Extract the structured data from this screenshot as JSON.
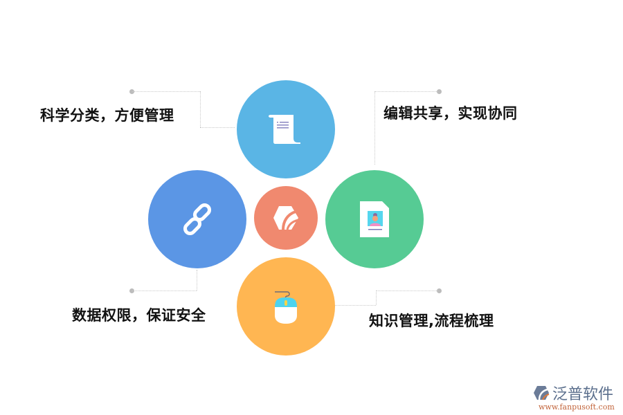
{
  "diagram": {
    "center": {
      "icon": "fanpu-leaf-icon",
      "color": "#F0896F"
    },
    "nodes": [
      {
        "id": "top",
        "label": "科学分类，方便管理",
        "icon": "scroll-document-icon",
        "color": "#5AB5E5"
      },
      {
        "id": "right",
        "label": "编辑共享，实现协同",
        "icon": "profile-card-icon",
        "color": "#56CB94"
      },
      {
        "id": "left",
        "label": "数据权限，保证安全",
        "icon": "chain-link-icon",
        "color": "#5B96E5"
      },
      {
        "id": "bottom",
        "label": "知识管理,流程梳理",
        "icon": "computer-mouse-icon",
        "color": "#FFB652"
      }
    ]
  },
  "logo": {
    "name": "泛普软件",
    "url": "www.fanpusoft.com"
  }
}
